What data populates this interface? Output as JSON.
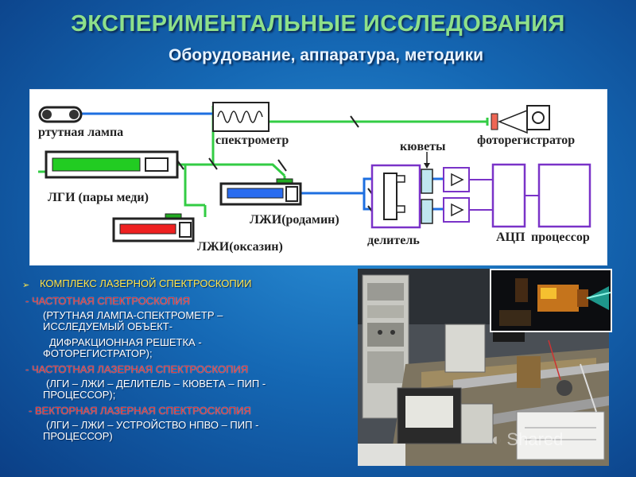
{
  "title": "ЭКСПЕРИМЕНТАЛЬНЫЕ ИССЛЕДОВАНИЯ",
  "subtitle": "Оборудование, аппаратура, методики",
  "diagram": {
    "labels": {
      "mercury_lamp": "ртутная лампа",
      "spectrometer": "спектрометр",
      "photoregistrator": "фоторегистратор",
      "cuvettes": "кюветы",
      "lgi": "ЛГИ (пары меди)",
      "lzhi_rhodamine": "ЛЖИ(родамин)",
      "lzhi_oxazine": "ЛЖИ(оксазин)",
      "divider": "делитель",
      "adc": "АЦП",
      "processor": "процессор"
    }
  },
  "text": {
    "header": "КОМПЛЕКС ЛАЗЕРНОЙ СПЕКТРОСКОПИИ",
    "s1_title": "- ЧАСТОТНАЯ СПЕКТРОСКОПИЯ",
    "s1_l1": "(РТУТНАЯ ЛАМПА-СПЕКТРОМЕТР –",
    "s1_l2": "ИССЛЕДУЕМЫЙ ОБЪЕКТ-",
    "s1_l3": "ДИФРАКЦИОННАЯ РЕШЕТКА -",
    "s1_l4": "ФОТОРЕГИСТРАТОР);",
    "s2_title": "- ЧАСТОТНАЯ ЛАЗЕРНАЯ СПЕКТРОСКОПИЯ",
    "s2_l1": "(ЛГИ – ЛЖИ – ДЕЛИТЕЛЬ – КЮВЕТА – ПИП -",
    "s2_l2": "ПРОЦЕССОР);",
    "s3_title": "- ВЕКТОРНАЯ ЛАЗЕРНАЯ СПЕКТРОСКОПИЯ",
    "s3_l1": "(ЛГИ – ЛЖИ – УСТРОЙСТВО НПВО – ПИП -",
    "s3_l2": "ПРОЦЕССОР)"
  },
  "watermark": "Shared",
  "colors": {
    "title": "#8ee08a",
    "header": "#ffe54a",
    "section": "#e23232",
    "beam_green": "#33cc44",
    "beam_blue": "#1e6fe0",
    "lgi_fill": "#22cc22",
    "rhodamine_fill": "#2a6cf0",
    "oxazine_fill": "#ee2020",
    "block_outline": "#7a33c8"
  },
  "icons": [
    "bullet-arrow-icon",
    "watermark-logo-icon"
  ]
}
